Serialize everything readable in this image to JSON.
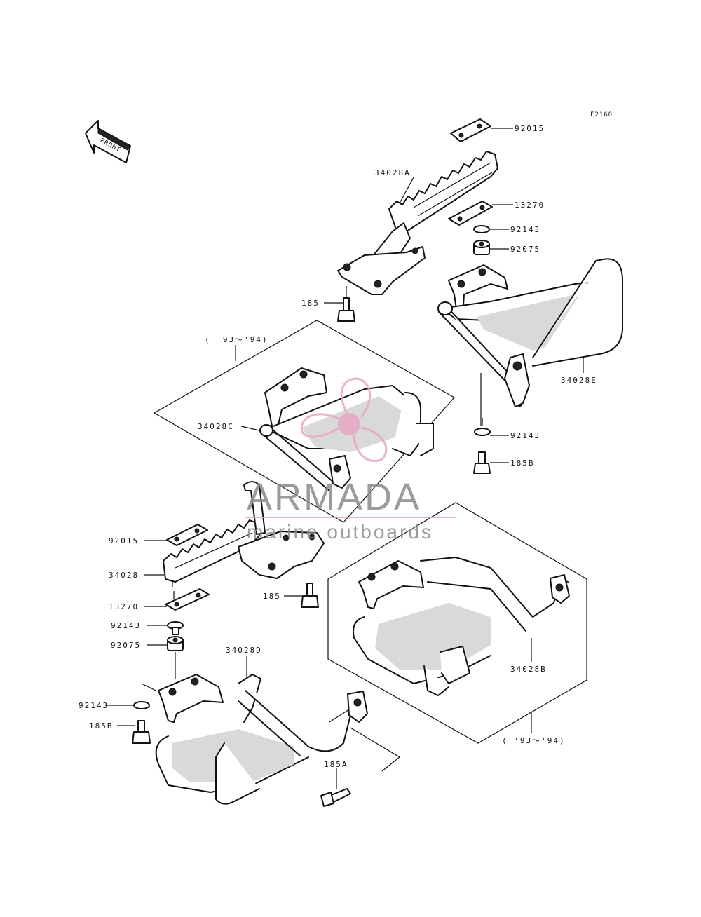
{
  "figure_code": "F2160",
  "front_label": "FRONT",
  "watermark": {
    "brand": "ARMADA",
    "tagline": "marine outboards",
    "accent_color": "#e8a6c6",
    "text_color": "#8a8a8a"
  },
  "year_notes": {
    "upper": "( '93～'94)",
    "lower": "( '93～'94)"
  },
  "labels": {
    "p92015_top": "92015",
    "p34028A": "34028A",
    "p13270_top": "13270",
    "p92143_top1": "92143",
    "p92075_top": "92075",
    "p185_top": "185",
    "p34028E": "34028E",
    "p34028C": "34028C",
    "p92143_top2": "92143",
    "p185B_top": "185B",
    "p92015_left": "92015",
    "p34028": "34028",
    "p185_mid": "185",
    "p13270_left": "13270",
    "p92143_left1": "92143",
    "p92075_left": "92075",
    "p34028D": "34028D",
    "p34028B": "34028B",
    "p92143_left2": "92143",
    "p185B_left": "185B",
    "p185A": "185A"
  }
}
